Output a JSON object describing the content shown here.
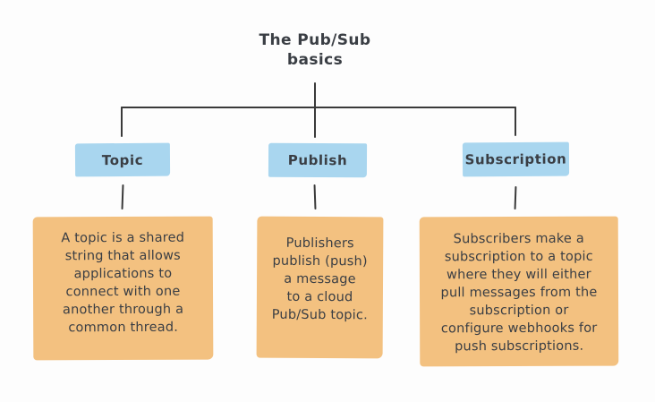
{
  "diagram": {
    "title": "The Pub/Sub\nbasics",
    "nodes": [
      {
        "label": "Topic",
        "description": "A topic is a shared\nstring that allows\napplications to\nconnect with one\nanother through a\ncommon thread."
      },
      {
        "label": "Publish",
        "description": "Publishers\npublish (push)\na message\nto a cloud\nPub/Sub topic."
      },
      {
        "label": "Subscription",
        "description": "Subscribers make a\nsubscription to a topic\nwhere they will either\npull messages from the\nsubscription or\nconfigure webhooks for\npush subscriptions."
      }
    ],
    "colors": {
      "background": "#fdfdfd",
      "label_fill": "#a9d6ef",
      "description_fill": "#f3c180",
      "line": "#3a3a3a",
      "text": "#3a3e44"
    }
  }
}
